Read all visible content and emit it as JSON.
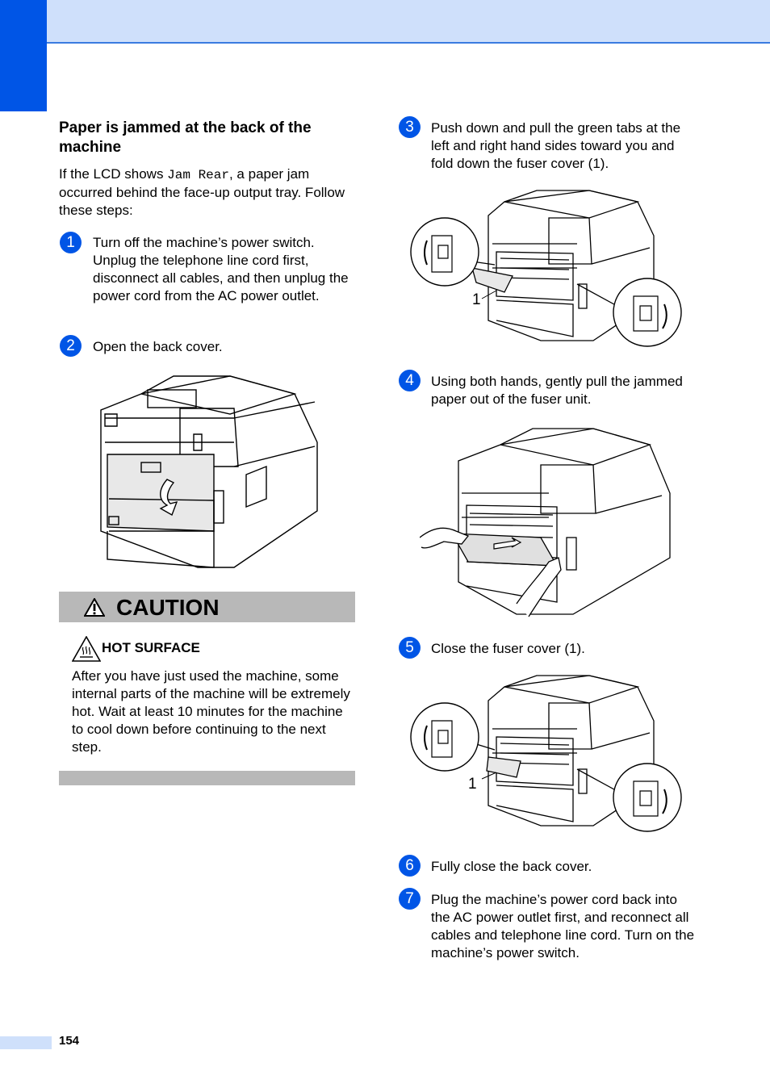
{
  "page_number": "154",
  "section_title": "Paper is jammed at the back of the machine",
  "intro": {
    "before": "If the LCD shows ",
    "code": "Jam Rear",
    "after": ", a paper jam occurred behind the face-up output tray. Follow these steps:"
  },
  "steps": [
    {
      "number": "1",
      "text": "Turn off the machine’s power switch. Unplug the telephone line cord first, disconnect all cables, and then unplug the power cord from the AC power outlet."
    },
    {
      "number": "2",
      "text": "Open the back cover."
    },
    {
      "number": "3",
      "text": "Push down and pull the green tabs at the left and right hand sides toward you and fold down the fuser cover (1)."
    },
    {
      "number": "4",
      "text": "Using both hands, gently pull the jammed paper out of the fuser unit."
    },
    {
      "number": "5",
      "text": "Close the fuser cover (1)."
    },
    {
      "number": "6",
      "text": "Fully close the back cover."
    },
    {
      "number": "7",
      "text": "Plug the machine’s power cord back into the AC power outlet first, and reconnect all cables and telephone line cord. Turn on the machine’s power switch."
    }
  ],
  "caution": {
    "title": "CAUTION",
    "hot_surface_title": "HOT SURFACE",
    "body": "After you have just used the machine, some internal parts of the machine will be extremely hot. Wait at least 10 minutes for the machine to cool down before continuing to the next step."
  },
  "callouts": {
    "fuser_cover_step3": "1",
    "fuser_cover_step5": "1"
  },
  "icons": [
    "warning-triangle-icon",
    "hot-surface-icon",
    "down-arrow-icon"
  ],
  "colors": {
    "accent": "#0055e6",
    "band": "#cfe0fb",
    "caution_bar": "#b8b8b8"
  }
}
